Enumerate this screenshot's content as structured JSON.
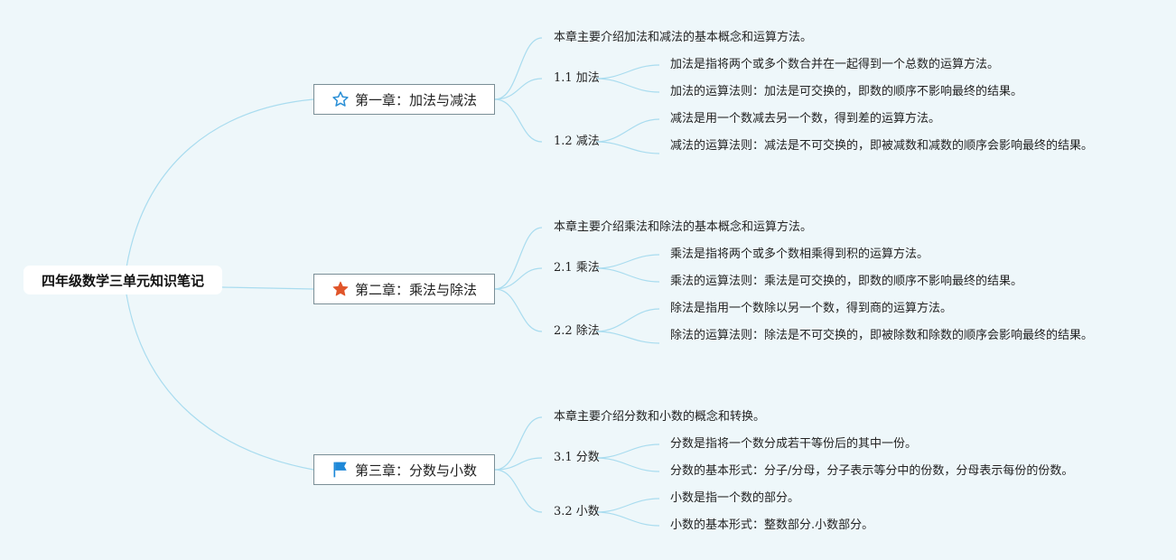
{
  "root": {
    "title": "四年级数学三单元知识笔记"
  },
  "chapters": [
    {
      "icon": "star-outline-icon",
      "label": "第一章：加法与减法",
      "summary": "本章主要介绍加法和减法的基本概念和运算方法。",
      "sections": [
        {
          "label": "1.1 加法",
          "items": [
            "加法是指将两个或多个数合并在一起得到一个总数的运算方法。",
            "加法的运算法则：加法是可交换的，即数的顺序不影响最终的结果。"
          ]
        },
        {
          "label": "1.2 减法",
          "items": [
            "减法是用一个数减去另一个数，得到差的运算方法。",
            "减法的运算法则：减法是不可交换的，即被减数和减数的顺序会影响最终的结果。"
          ]
        }
      ]
    },
    {
      "icon": "star-filled-icon",
      "label": "第二章：乘法与除法",
      "summary": "本章主要介绍乘法和除法的基本概念和运算方法。",
      "sections": [
        {
          "label": "2.1 乘法",
          "items": [
            "乘法是指将两个或多个数相乘得到积的运算方法。",
            "乘法的运算法则：乘法是可交换的，即数的顺序不影响最终的结果。"
          ]
        },
        {
          "label": "2.2 除法",
          "items": [
            "除法是指用一个数除以另一个数，得到商的运算方法。",
            "除法的运算法则：除法是不可交换的，即被除数和除数的顺序会影响最终的结果。"
          ]
        }
      ]
    },
    {
      "icon": "flag-icon",
      "label": "第三章：分数与小数",
      "summary": "本章主要介绍分数和小数的概念和转换。",
      "sections": [
        {
          "label": "3.1 分数",
          "items": [
            "分数是指将一个数分成若干等份后的其中一份。",
            "分数的基本形式：分子/分母，分子表示等分中的份数，分母表示每份的份数。"
          ]
        },
        {
          "label": "3.2 小数",
          "items": [
            "小数是指一个数的部分。",
            "小数的基本形式：整数部分.小数部分。"
          ]
        }
      ]
    }
  ],
  "colors": {
    "line": "#a9dcef",
    "star_outline": "#2a8fd6",
    "star_filled": "#e0552a",
    "flag": "#1e88d8",
    "background": "#eef7fa"
  }
}
